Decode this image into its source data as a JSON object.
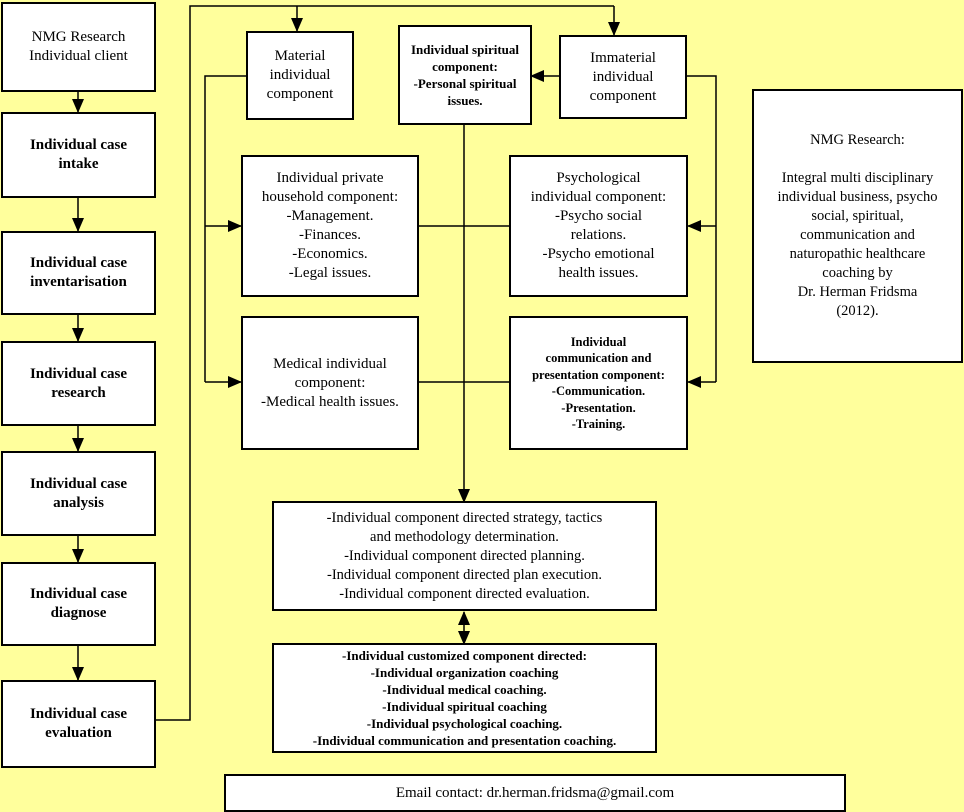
{
  "process": [
    "NMG Research\nIndividual client",
    "Individual case\nintake",
    "Individual case\ninventarisation",
    "Individual case\nresearch",
    "Individual case\nanalysis",
    "Individual case\ndiagnose",
    "Individual case\nevaluation"
  ],
  "components": {
    "material": "Material\nindividual\ncomponent",
    "spiritual": "Individual  spiritual\ncomponent:\n-Personal spiritual\nissues.",
    "immaterial": "Immaterial\nindividual\ncomponent",
    "household": "Individual  private\nhousehold component:\n-Management.\n-Finances.\n-Economics.\n-Legal issues.",
    "psychological": "Psychological\nindividual component:\n-Psycho social\nrelations.\n-Psycho emotional\nhealth issues.",
    "medical": "Medical individual\ncomponent:\n-Medical health issues.",
    "communication": "Individual\ncommunication and\npresentation component:\n-Communication.\n-Presentation.\n-Training."
  },
  "strategy": "-Individual component directed strategy, tactics\nand methodology determination.\n-Individual component directed planning.\n-Individual component directed plan execution.\n-Individual component directed evaluation.",
  "coaching": "-Individual customized component directed:\n-Individual organization coaching\n-Individual medical coaching.\n-Individual spiritual coaching\n-Individual  psychological coaching.\n-Individual  communication and presentation coaching.",
  "info": "NMG Research:\n\nIntegral multi disciplinary\nindividual business, psycho\nsocial, spiritual,\ncommunication and\nnaturopathic healthcare\ncoaching by\nDr. Herman Fridsma\n(2012).",
  "email": "Email contact:  dr.herman.fridsma@gmail.com",
  "colors": {
    "background": "#ffff9c",
    "box": "#ffffff",
    "line": "#000000"
  }
}
